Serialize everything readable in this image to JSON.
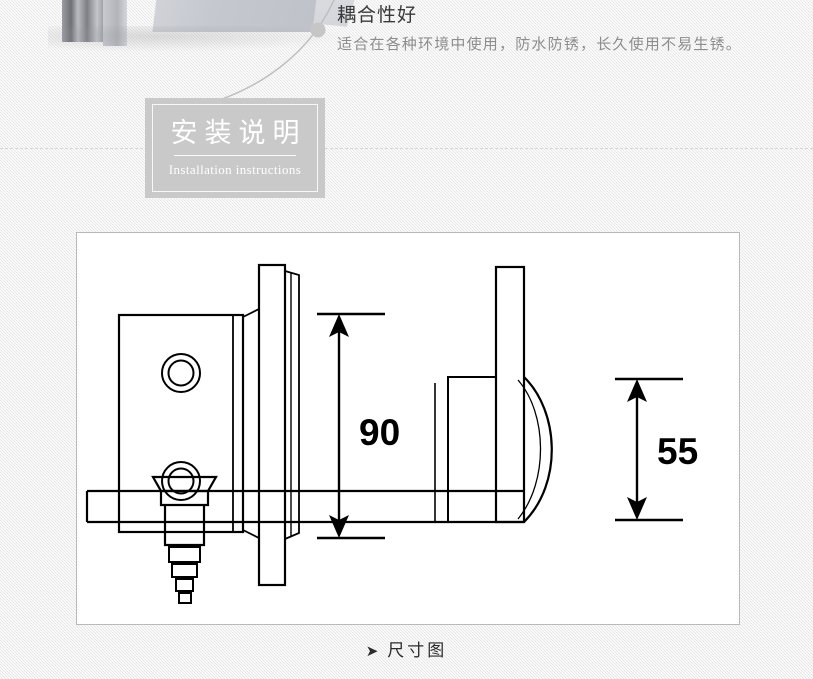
{
  "feature": {
    "title": "耦合性好",
    "description": "适合在各种环境中使用，防水防锈，长久使用不易生锈。"
  },
  "badge": {
    "title_cn": "安装说明",
    "title_en": "Installation instructions"
  },
  "caption": {
    "marker": "➤",
    "text": "尺寸图"
  },
  "drawing": {
    "front_view": {
      "dimension_label": "90",
      "holes": 2
    },
    "side_view": {
      "dimension_label": "55"
    }
  },
  "colors": {
    "badge_bg": "#c9c9c9",
    "panel_bg": "#ffffff",
    "panel_border": "#b9b9b9",
    "line": "#000000",
    "title_text": "#3a3a3a",
    "desc_text": "#8d8d8d",
    "divider": "#d4d4d4"
  }
}
